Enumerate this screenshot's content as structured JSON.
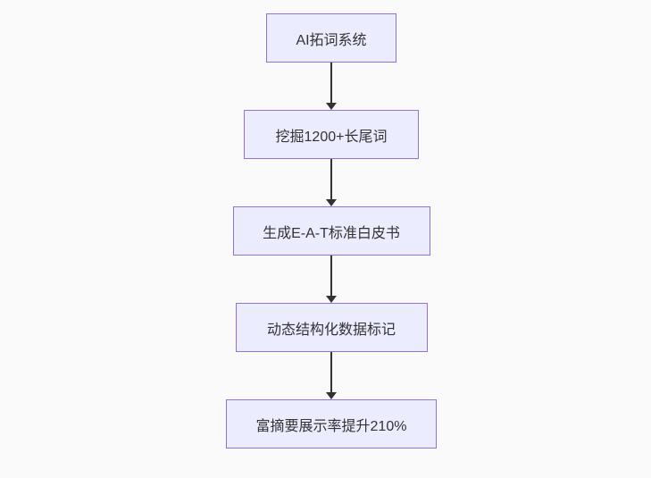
{
  "flowchart": {
    "type": "flowchart",
    "direction": "top-down",
    "nodes": [
      {
        "label": "AI拓词系统"
      },
      {
        "label": "挖掘1200+长尾词"
      },
      {
        "label": "生成E-A-T标准白皮书"
      },
      {
        "label": "动态结构化数据标记"
      },
      {
        "label": "富摘要展示率提升210%"
      }
    ],
    "edges": [
      {
        "from": "AI拓词系统",
        "to": "挖掘1200+长尾词",
        "style": "arrow-down"
      },
      {
        "from": "挖掘1200+长尾词",
        "to": "生成E-A-T标准白皮书",
        "style": "arrow-down"
      },
      {
        "from": "生成E-A-T标准白皮书",
        "to": "动态结构化数据标记",
        "style": "arrow-down"
      },
      {
        "from": "动态结构化数据标记",
        "to": "富摘要展示率提升210%",
        "style": "arrow-down"
      }
    ],
    "colors": {
      "node_fill": "#ECECFF",
      "node_border": "#9370DB",
      "edge": "#333333",
      "text": "#333333",
      "background": "#fafafa"
    }
  }
}
